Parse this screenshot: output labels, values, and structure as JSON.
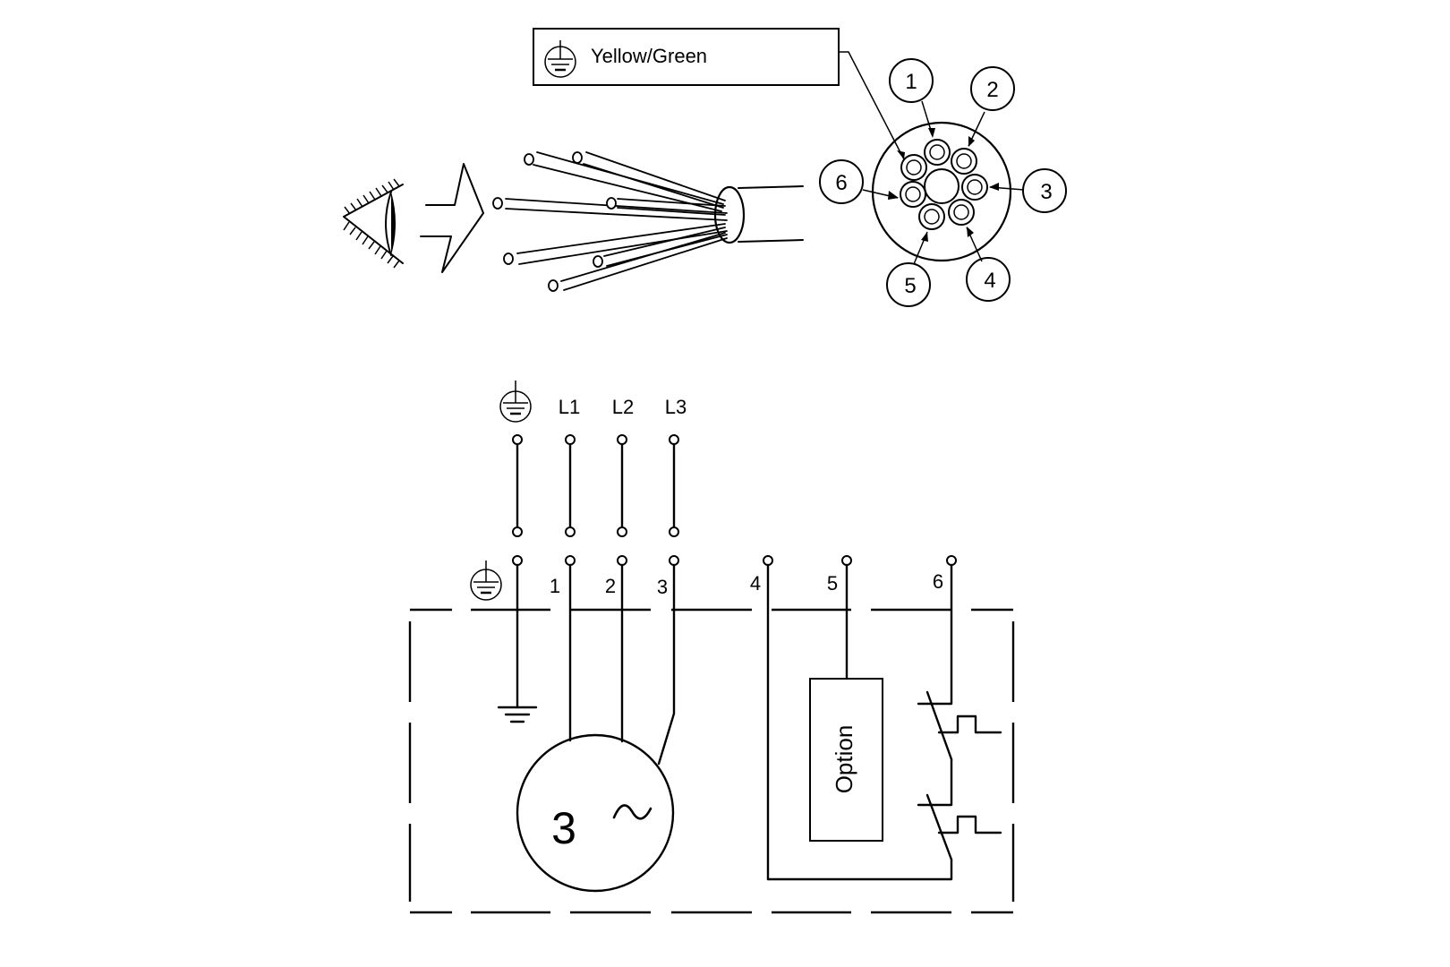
{
  "cable_view": {
    "legend_box": {
      "earth_color_label": "Yellow/Green",
      "icon": "protective-earth-icon"
    },
    "conductor_callouts": [
      "1",
      "2",
      "3",
      "4",
      "5",
      "6"
    ]
  },
  "supply": {
    "labels": [
      "L1",
      "L2",
      "L3"
    ],
    "earth_icon": "protective-earth-icon"
  },
  "motor_terminals": {
    "numbers": [
      "1",
      "2",
      "3",
      "4",
      "5",
      "6"
    ],
    "earth_icon": "protective-earth-icon"
  },
  "motor": {
    "phase_count": "3",
    "ac_symbol": "~"
  },
  "option_box": {
    "label": "Option"
  },
  "thermal_contacts": {
    "count": 2
  }
}
